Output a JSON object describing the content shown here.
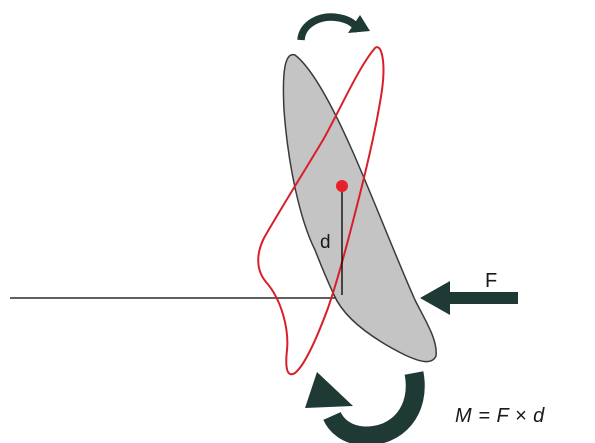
{
  "diagram": {
    "distance_label": "d",
    "force_label": "F",
    "moment_formula": "M = F × d",
    "colors": {
      "tooth_fill": "#c4c4c4",
      "tooth_outline": "#3a3a3a",
      "displaced_outline": "#d81f2a",
      "center_point": "#e8202a",
      "arrow": "#1f3a34",
      "line": "#000000"
    },
    "icons": {
      "top_rotation": "curved-arrow-clockwise-icon",
      "bottom_rotation": "curved-arrow-counterclockwise-icon",
      "force": "left-arrow-icon"
    }
  }
}
